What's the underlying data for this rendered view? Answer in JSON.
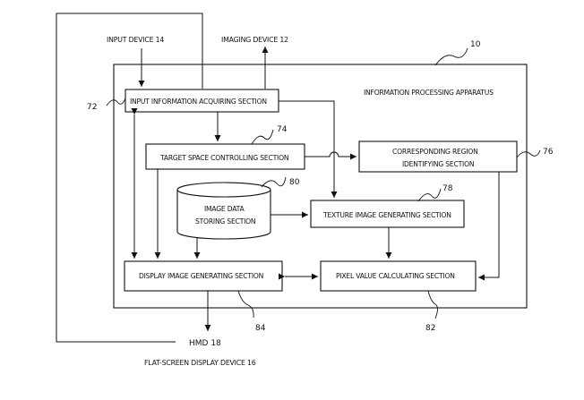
{
  "apparatus": {
    "title": "INFORMATION PROCESSING APPARATUS",
    "ref": "10"
  },
  "external": {
    "input_device": "INPUT DEVICE 14",
    "imaging_device": "IMAGING DEVICE 12",
    "hmd": "HMD 18",
    "flat_display": "FLAT-SCREEN DISPLAY DEVICE 16"
  },
  "blocks": {
    "input_acquiring": {
      "label": "INPUT INFORMATION ACQUIRING SECTION",
      "ref": "72"
    },
    "target_space": {
      "label": "TARGET SPACE CONTROLLING SECTION",
      "ref": "74"
    },
    "corresponding_region": {
      "label_line1": "CORRESPONDING REGION",
      "label_line2": "IDENTIFYING SECTION",
      "ref": "76"
    },
    "texture_image": {
      "label": "TEXTURE IMAGE GENERATING SECTION",
      "ref": "78"
    },
    "image_data_storing": {
      "label_line1": "IMAGE DATA",
      "label_line2": "STORING SECTION",
      "ref": "80"
    },
    "display_image": {
      "label": "DISPLAY IMAGE GENERATING SECTION",
      "ref": "84"
    },
    "pixel_value": {
      "label": "PIXEL VALUE CALCULATING SECTION",
      "ref": "82"
    }
  }
}
